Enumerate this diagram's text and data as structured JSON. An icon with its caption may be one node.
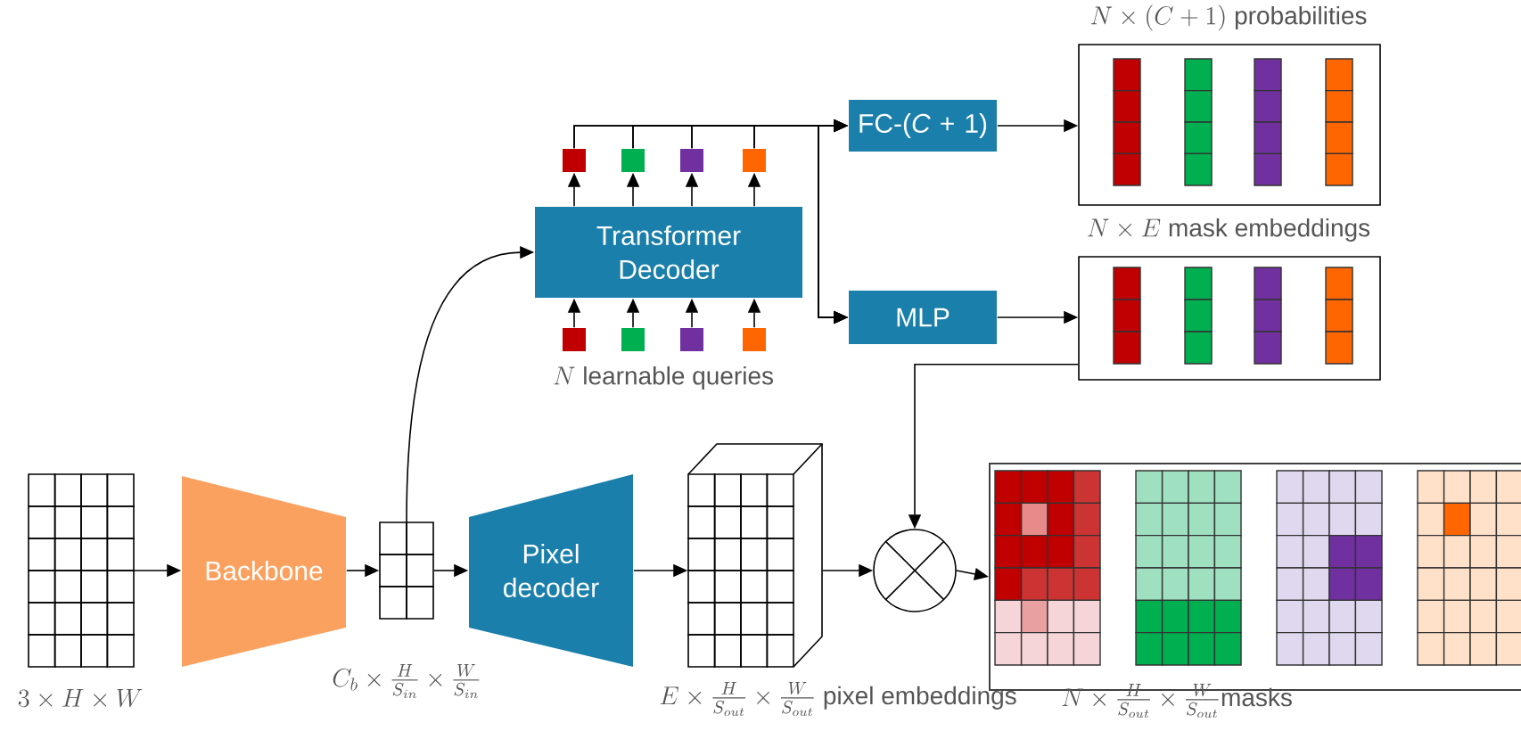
{
  "diagram": {
    "nodes": [
      {
        "text": [],
        "shape": "box",
        "beside": [
          "3 \\times H \\times W"
        ]
      },
      {
        "text": [
          "Backbone"
        ]
      },
      {
        "text": [],
        "shape": "box"
      },
      {
        "text": [
          "Pixel decoder"
        ]
      },
      {
        "text": [],
        "shape": "box"
      },
      {
        "text": [
          "Transformer Decoder"
        ]
      },
      {
        "text": [],
        "shape": "box"
      },
      {
        "text": [],
        "shape": "box"
      },
      {
        "text": [],
        "shape": "box"
      },
      {
        "text": [],
        "shape": "box"
      },
      {
        "text": [],
        "shape": "box"
      },
      {
        "text": [],
        "shape": "box"
      },
      {
        "text": [],
        "shape": "box"
      },
      {
        "text": [],
        "shape": "box"
      },
      {
        "text": [
          "FC-(*C* + 1)"
        ]
      },
      {
        "text": [
          "MLP"
        ]
      },
      {
        "text": [],
        "shape": "box",
        "beside": [
          "N \\times (C+1)\\text{ probabilities}"
        ]
      },
      {
        "text": [],
        "shape": "box",
        "beside": [
          "N \\times E\\text{ mask embeddings}"
        ]
      },
      {
        "text": [],
        "shape": "circle"
      },
      {
        "text": [],
        "shape": "box",
        "beside": [
          "N \\times \\frac{H}{S_{out}} \\times \\frac{W}{S_{out}}\\text{masks}"
        ]
      }
    ],
    "edges": [
      {
        "from": 0,
        "to": 1,
        "arrow": "to"
      },
      {
        "from": 1,
        "to": 2,
        "arrow": "to"
      },
      {
        "from": 2,
        "to": 3,
        "arrow": "to"
      },
      {
        "from": 3,
        "to": 4,
        "arrow": "to"
      },
      {
        "from": 4,
        "to": 18,
        "arrow": "to"
      },
      {
        "from": 18,
        "to": 19,
        "arrow": "to"
      },
      {
        "from": 2,
        "to": 5,
        "arrow": "to"
      },
      {
        "from": 10,
        "to": 5,
        "arrow": "to"
      },
      {
        "from": 11,
        "to": 5,
        "arrow": "to"
      },
      {
        "from": 12,
        "to": 5,
        "arrow": "to"
      },
      {
        "from": 13,
        "to": 5,
        "arrow": "to"
      },
      {
        "from": 5,
        "to": 6,
        "arrow": "to"
      },
      {
        "from": 5,
        "to": 7,
        "arrow": "to"
      },
      {
        "from": 5,
        "to": 8,
        "arrow": "to"
      },
      {
        "from": 5,
        "to": 9,
        "arrow": "to"
      },
      {
        "from": 6,
        "to": 14,
        "arrow": "to"
      },
      {
        "from": 7,
        "to": 14,
        "arrow": "to"
      },
      {
        "from": 8,
        "to": 14,
        "arrow": "to"
      },
      {
        "from": 9,
        "to": 14,
        "arrow": "to"
      },
      {
        "from": 6,
        "to": 15,
        "arrow": "to"
      },
      {
        "from": 7,
        "to": 15,
        "arrow": "to"
      },
      {
        "from": 8,
        "to": 15,
        "arrow": "to"
      },
      {
        "from": 9,
        "to": 15,
        "arrow": "to"
      },
      {
        "from": 14,
        "to": 16,
        "arrow": "to"
      },
      {
        "from": 15,
        "to": 17,
        "arrow": "to"
      },
      {
        "from": 17,
        "to": 18,
        "arrow": "to"
      }
    ],
    "labels": [
      "N\\text{ learnable queries}",
      "C_b \\times \\frac{H}{S_{in}} \\times \\frac{W}{S_{in}}",
      "E \\times \\frac{H}{S_{out}} \\times \\frac{W}{S_{out}}\\text{ pixel embeddings}"
    ]
  }
}
